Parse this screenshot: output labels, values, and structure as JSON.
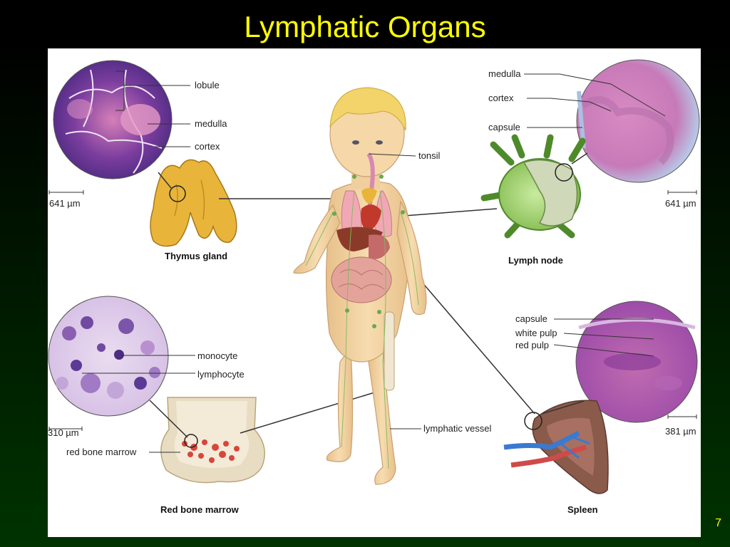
{
  "title": "Lymphatic Organs",
  "slide_number": "7",
  "thymus": {
    "labels": {
      "lobule": "lobule",
      "medulla": "medulla",
      "cortex": "cortex"
    },
    "scale": "641 µm",
    "caption": "Thymus gland"
  },
  "lymph_node": {
    "labels": {
      "medulla": "medulla",
      "cortex": "cortex",
      "capsule": "capsule"
    },
    "scale": "641 µm",
    "caption": "Lymph node"
  },
  "marrow": {
    "labels": {
      "monocyte": "monocyte",
      "lymphocyte": "lymphocyte",
      "red_bone_marrow": "red bone marrow"
    },
    "scale": "310 µm",
    "caption": "Red bone marrow"
  },
  "spleen": {
    "labels": {
      "capsule": "capsule",
      "white_pulp": "white pulp",
      "red_pulp": "red pulp"
    },
    "scale": "381 µm",
    "caption": "Spleen"
  },
  "body": {
    "labels": {
      "tonsil": "tonsil",
      "lymphatic_vessel": "lymphatic vessel"
    }
  },
  "colors": {
    "title": "#ffff00",
    "tissue_purple": "#9a4aa8",
    "tissue_pink": "#d98bc0",
    "thymus_gold": "#e8b53a",
    "lymph_node_green": "#9fd06a",
    "spleen_brown": "#8a5a4a",
    "skin": "#f5d7a8"
  }
}
